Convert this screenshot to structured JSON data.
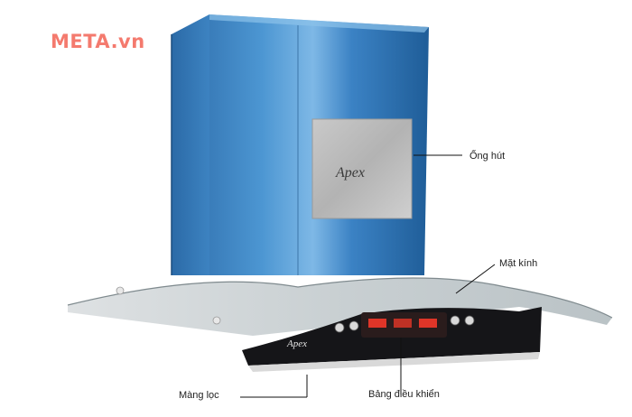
{
  "watermark": {
    "text": "META.vn",
    "color": "#f47a6e"
  },
  "brand": {
    "text": "Apex"
  },
  "labels": {
    "duct": "Ống hút",
    "glass": "Mặt kính",
    "filter": "Màng lọc",
    "panel": "Bảng điều khiển"
  },
  "colors": {
    "duct_blue": "#3d86c6",
    "duct_light": "#8fc3ea",
    "duct_dark": "#1f5d98",
    "glass": "#cfd6d8",
    "body_black": "#151518",
    "display_red": "#ff3a2a"
  }
}
